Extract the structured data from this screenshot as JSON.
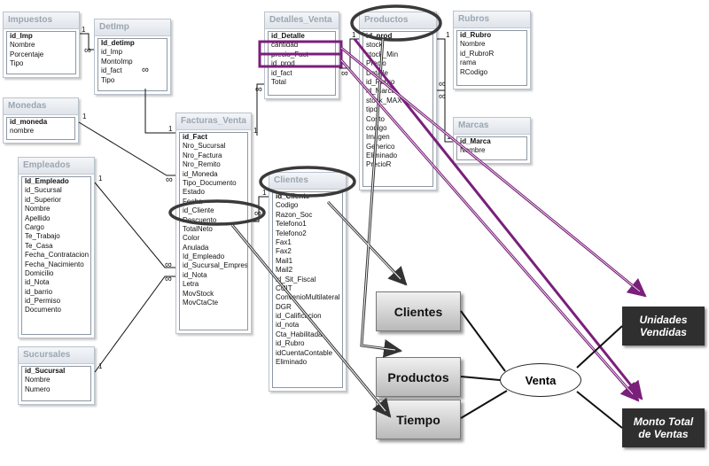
{
  "tables": {
    "impuestos": {
      "title": "Impuestos",
      "fields": [
        "id_Imp",
        "Nombre",
        "Porcentaje",
        "Tipo"
      ]
    },
    "detimp": {
      "title": "DetImp",
      "fields": [
        "Id_detimp",
        "id_Imp",
        "MontoImp",
        "id_fact",
        "Tipo"
      ]
    },
    "detalles_venta": {
      "title": "Detalles_Venta",
      "fields": [
        "id_Detalle",
        "cantidad",
        "precio_Fact",
        "id_prod",
        "id_fact",
        "Total"
      ]
    },
    "productos": {
      "title": "Productos",
      "fields": [
        "id_prod",
        "stock",
        "stock_Min",
        "Precio",
        "Detalle",
        "id_Rubro",
        "id_Marca",
        "stock_MAX",
        "tipo",
        "Costo",
        "codigo",
        "Imagen",
        "Generico",
        "Eliminado",
        "PrecioR"
      ]
    },
    "rubros": {
      "title": "Rubros",
      "fields": [
        "id_Rubro",
        "Nombre",
        "id_RubroR",
        "rama",
        "RCodigo"
      ]
    },
    "monedas": {
      "title": "Monedas",
      "fields": [
        "id_moneda",
        "nombre"
      ]
    },
    "facturas_venta": {
      "title": "Facturas_Venta",
      "fields": [
        "id_Fact",
        "Nro_Sucursal",
        "Nro_Factura",
        "Nro_Remito",
        "id_Moneda",
        "Tipo_Documento",
        "Estado",
        "Fecha",
        "id_Cliente",
        "Descuento",
        "TotalNeto",
        "Color",
        "Anulada",
        "Id_Empleado",
        "id_Sucursal_Empresa",
        "id_Nota",
        "Letra",
        "MovStock",
        "MovCtaCte"
      ]
    },
    "marcas": {
      "title": "Marcas",
      "fields": [
        "id_Marca",
        "Nombre"
      ]
    },
    "empleados": {
      "title": "Empleados",
      "fields": [
        "Id_Empleado",
        "id_Sucursal",
        "id_Superior",
        "Nombre",
        "Apellido",
        "Cargo",
        "Te_Trabajo",
        "Te_Casa",
        "Fecha_Contratacion",
        "Fecha_Nacimiento",
        "Domicilio",
        "id_Nota",
        "id_barrio",
        "id_Permiso",
        "Documento"
      ]
    },
    "clientes": {
      "title": "Clientes",
      "fields": [
        "id_Cliente",
        "Codigo",
        "Razon_Soc",
        "Telefono1",
        "Telefono2",
        "Fax1",
        "Fax2",
        "Mail1",
        "Mail2",
        "id_Sit_Fiscal",
        "CUIT",
        "ConvenioMultilateral",
        "DGR",
        "id_Calificacion",
        "id_nota",
        "Cta_Habilitada",
        "id_Rubro",
        "idCuentaContable",
        "Eliminado"
      ]
    },
    "sucursales": {
      "title": "Sucursales",
      "fields": [
        "id_Sucursal",
        "Nombre",
        "Numero"
      ]
    }
  },
  "cardinality": {
    "one": "1",
    "many": "∞"
  },
  "dimensions": {
    "clientes": "Clientes",
    "productos": "Productos",
    "tiempo": "Tiempo"
  },
  "fact": "Venta",
  "measures": {
    "unidades": [
      "Unidades",
      "Vendidas"
    ],
    "monto": [
      "Monto Total",
      "de Ventas"
    ]
  },
  "colors": {
    "highlight": "#7a1f7a",
    "arrow": "#333333",
    "measure_bg": "#2f2f2f",
    "dimension_bg": "#c8c8c8"
  }
}
